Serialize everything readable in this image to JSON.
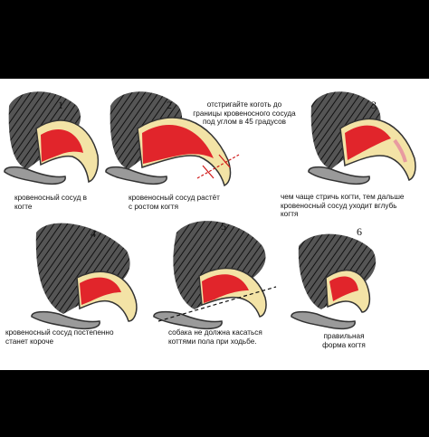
{
  "colors": {
    "background": "#000000",
    "panel": "#ffffff",
    "vessel": "#e1252b",
    "claw": "#f3e3a6",
    "fur": "#333333",
    "pad": "#9a9a9a",
    "cut_line": "#d01818"
  },
  "panels": [
    {
      "number": "1",
      "caption": "кровеносный сосуд в\nкогте"
    },
    {
      "number": "2",
      "caption": "кровеносный сосуд растёт\nс ростом когтя",
      "instruction": "отстригайте коготь до\nграницы кровеносного сосуда\nпод углом в 45 градусов"
    },
    {
      "number": "3",
      "caption": "чем чаще стричь когти, тем дальше\nкровеносный сосуд уходит вглубь\nкогтя"
    },
    {
      "number": "4",
      "caption": "кровеносный сосуд постепенно\nстанет короче"
    },
    {
      "number": "5",
      "caption": "собака не должна касаться\nкоттями пола при ходьбе."
    },
    {
      "number": "6",
      "caption": "правильная\nформа когтя"
    }
  ]
}
